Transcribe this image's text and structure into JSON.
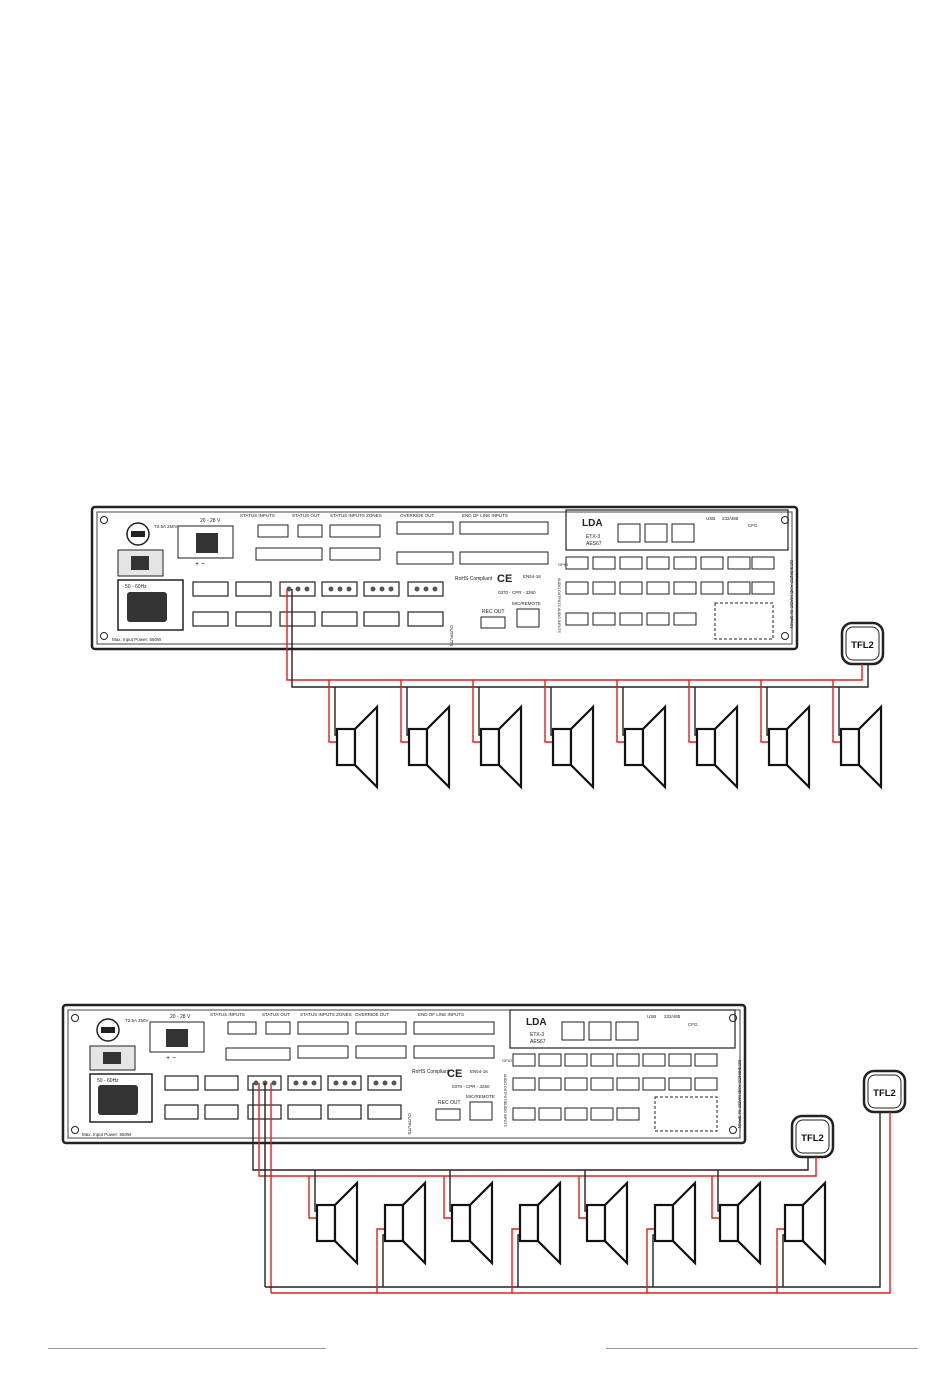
{
  "colors": {
    "wire_red": "#e0201b",
    "wire_black": "#222222",
    "panel_stroke": "#222222",
    "panel_fill": "#ffffff",
    "footer_rule": "#999999"
  },
  "diagram_1": {
    "device": {
      "labels": {
        "fuse": "T2.5A 250V",
        "dc_input": "20 - 28 V",
        "mains": "50 - 60Hz",
        "max_power": "Max. Input Power: 550W",
        "status_inputs": "STATUS INPUTS",
        "status_out": "STATUS OUT",
        "status_inputs_zones": "STATUS INPUTS ZONES",
        "override_out": "OVERRIDE OUT",
        "end_of_line_inputs": "END OF LINE INPUTS",
        "brand": "LDA",
        "module_name": "ETX-3",
        "module_sub": "AES67",
        "usb": "USB",
        "serial": "232/485",
        "cfg": "CFG",
        "rohs": "RoHS Compliant",
        "ce": "CE",
        "en54": "EN54-16",
        "cpr": "0370 - CPR - 3260",
        "micremote": "MIC/REMOTE",
        "rec_out": "REC OUT",
        "made_in": "DESIGNED AND MADE IN SPAIN",
        "outputs": "OUTPUTS",
        "audio_inputs": "AUDIO INPUTS",
        "audio_outputs": "AUDIO OUTPUTS",
        "gpio": "GPIO"
      }
    },
    "tfl_label": "TFL2",
    "speaker_count": 8
  },
  "diagram_2": {
    "device": {
      "labels": {
        "fuse": "T2.5A 250V",
        "dc_input": "20 - 28 V",
        "mains": "50 - 60Hz",
        "max_power": "Max. Input Power: 550W",
        "status_inputs": "STATUS INPUTS",
        "status_out": "STATUS OUT",
        "status_inputs_zones": "STATUS INPUTS ZONES",
        "override_out": "OVERRIDE OUT",
        "end_of_line_inputs": "END OF LINE INPUTS",
        "brand": "LDA",
        "module_name": "ETX-3",
        "module_sub": "AES67",
        "usb": "USB",
        "serial": "232/485",
        "cfg": "CFG",
        "rohs": "RoHS Compliant",
        "ce": "CE",
        "en54": "EN54-16",
        "cpr": "0370 - CPR - 3260",
        "micremote": "MIC/REMOTE",
        "rec_out": "REC OUT",
        "made_in": "DESIGNED AND MADE IN SPAIN",
        "outputs": "OUTPUTS",
        "audio_inputs": "AUDIO INPUTS",
        "audio_outputs": "AUDIO OUTPUTS",
        "gpio": "GPIO"
      }
    },
    "tfl_label_a": "TFL2",
    "tfl_label_b": "TFL2",
    "speaker_count": 8
  }
}
